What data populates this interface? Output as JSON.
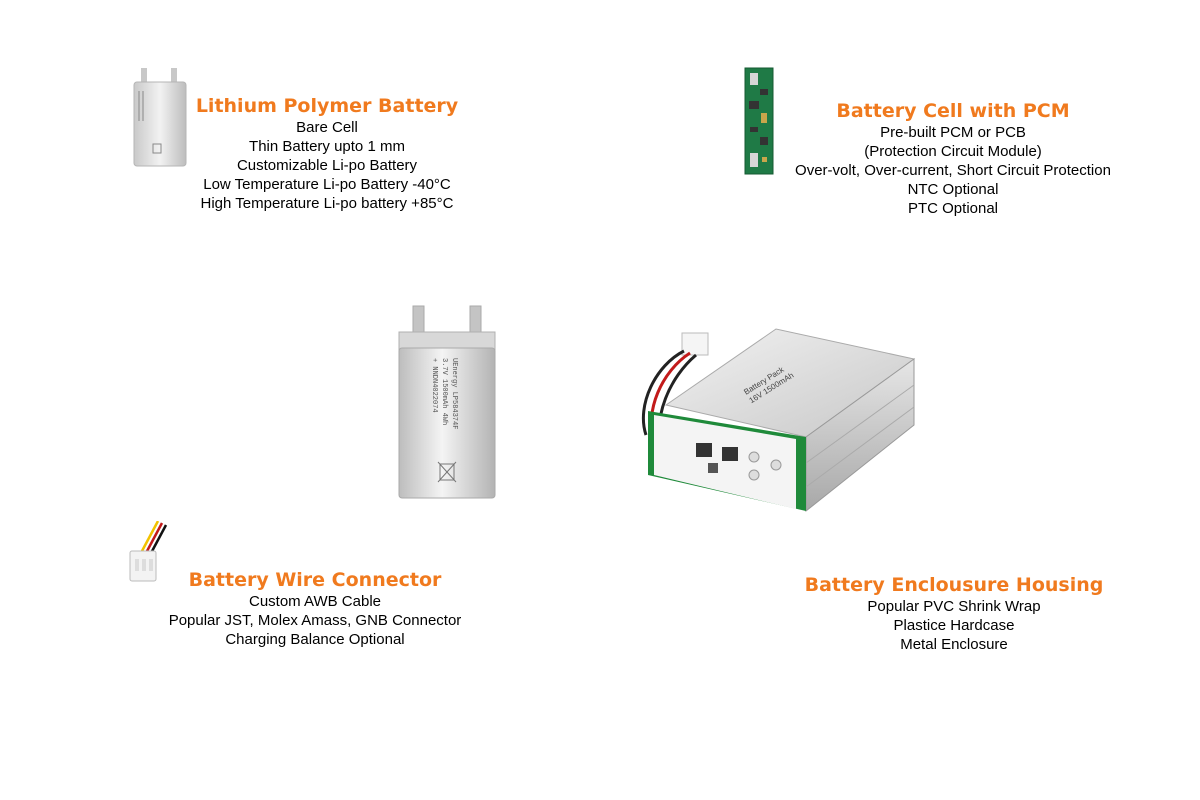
{
  "accent_color": "#f07a1e",
  "sections": {
    "lipo": {
      "title": "Lithium Polymer Battery",
      "lines": [
        "Bare Cell",
        "Thin Battery upto 1 mm",
        "Customizable Li-po Battery",
        "Low Temperature Li-po Battery -40°C",
        "High Temperature Li-po battery +85°C"
      ]
    },
    "pcm": {
      "title": "Battery Cell with PCM",
      "lines": [
        "Pre-built PCM or PCB",
        "(Protection Circuit Module)",
        "Over-volt, Over-current, Short Circuit Protection",
        "NTC Optional",
        "PTC Optional"
      ]
    },
    "connector": {
      "title": "Battery Wire Connector",
      "lines": [
        "Custom AWB Cable",
        "Popular JST, Molex Amass, GNB Connector",
        "Charging Balance Optional"
      ]
    },
    "housing": {
      "title": "Battery Enclousure Housing",
      "lines": [
        "Popular PVC Shrink Wrap",
        "Plastice Hardcase",
        "Metal Enclosure"
      ]
    }
  },
  "cell_label": {
    "line1": "UEnergy LP584374F",
    "line2": "3.7V 1500mAh 4Wh",
    "line3": "+ NNDN4022074"
  },
  "pack_label": {
    "line1": "Battery Pack",
    "line2": "16V 1500mAh"
  }
}
